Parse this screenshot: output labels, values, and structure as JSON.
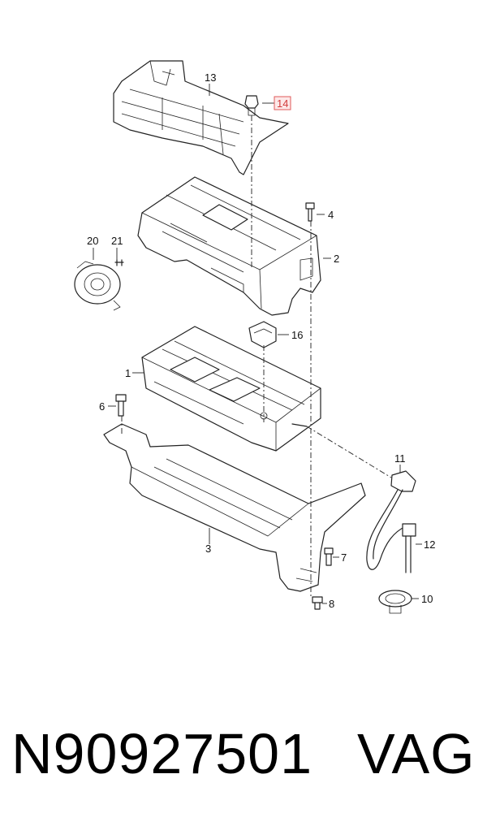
{
  "diagram": {
    "callouts": {
      "c1": "1",
      "c2": "2",
      "c3": "3",
      "c4": "4",
      "c6": "6",
      "c7": "7",
      "c8": "8",
      "c10": "10",
      "c11": "11",
      "c12": "12",
      "c13": "13",
      "c14": "14",
      "c16": "16",
      "c20": "20",
      "c21": "21"
    },
    "highlighted_callout": "14",
    "highlight_color": "#e05a5a"
  },
  "footer": {
    "part_number": "N90927501",
    "brand": "VAG"
  }
}
